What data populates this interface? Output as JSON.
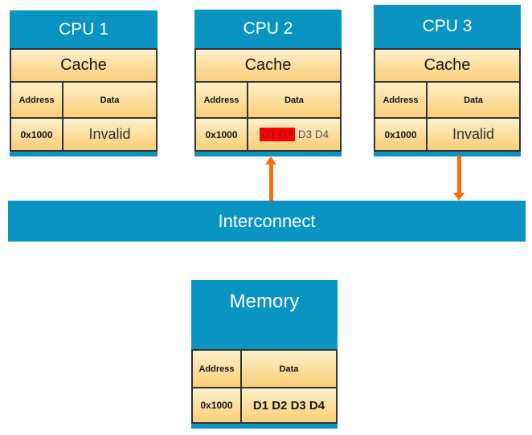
{
  "cpus": [
    {
      "title": "CPU 1",
      "cache_label": "Cache",
      "address_header": "Address",
      "data_header": "Data",
      "row": {
        "address": "0x1000",
        "data": "Invalid"
      }
    },
    {
      "title": "CPU 2",
      "cache_label": "Cache",
      "address_header": "Address",
      "data_header": "Data",
      "row": {
        "address": "0x1000",
        "data_highlighted": "D1 D2",
        "data_rest": "D3 D4"
      }
    },
    {
      "title": "CPU 3",
      "cache_label": "Cache",
      "address_header": "Address",
      "data_header": "Data",
      "row": {
        "address": "0x1000",
        "data": "Invalid"
      }
    }
  ],
  "interconnect": {
    "label": "Interconnect"
  },
  "memory": {
    "title": "Memory",
    "address_header": "Address",
    "data_header": "Data",
    "row": {
      "address": "0x1000",
      "data": "D1 D2 D3 D4"
    }
  },
  "colors": {
    "block_blue": "#0a94c3",
    "cell_gradient_top": "#fdf0c8",
    "cell_gradient_bottom": "#f9ce79",
    "border_dark": "#333333",
    "connector_orange": "#ff6a0a",
    "highlight_red": "#ff0000",
    "highlight_text": "#7e1d12",
    "dimmed_text": "#545454"
  }
}
